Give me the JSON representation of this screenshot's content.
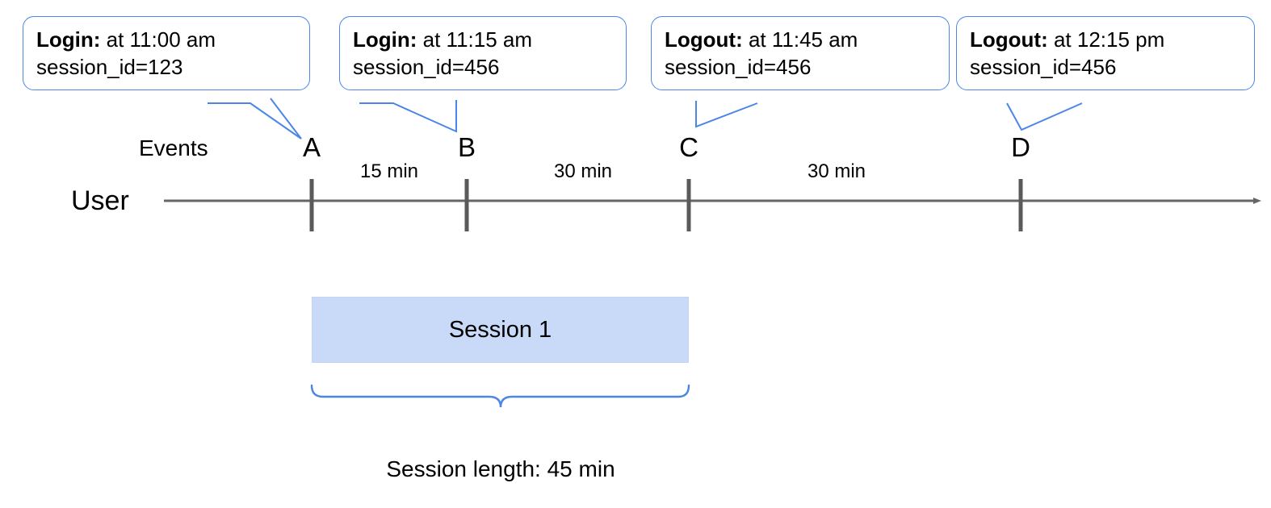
{
  "diagram": {
    "title_caption": "Session length: 45 min",
    "lane_labels": {
      "events": "Events",
      "user": "User"
    },
    "accent_color": "#4a86e8",
    "axis_color": "#666666",
    "session_fill": "#c9daf8",
    "events": [
      {
        "letter": "A",
        "kind": "Login:",
        "time_text": " at 11:00 am",
        "session_line": "session_id=123"
      },
      {
        "letter": "B",
        "kind": "Login:",
        "time_text": " at 11:15 am",
        "session_line": "session_id=456"
      },
      {
        "letter": "C",
        "kind": "Logout:",
        "time_text": " at 11:45 am",
        "session_line": "session_id=456"
      },
      {
        "letter": "D",
        "kind": "Logout:",
        "time_text": " at 12:15 pm",
        "session_line": "session_id=456"
      }
    ],
    "intervals": [
      {
        "label": "15 min",
        "from": "A",
        "to": "B"
      },
      {
        "label": "30 min",
        "from": "B",
        "to": "C"
      },
      {
        "label": "30 min",
        "from": "C",
        "to": "D"
      }
    ],
    "session_bar": {
      "label": "Session 1",
      "from": "A",
      "to": "C"
    }
  },
  "chart_data": {
    "type": "timeline",
    "title": "Session length: 45 min",
    "xlabel": "",
    "ylabel": "",
    "lanes": [
      "Events",
      "User"
    ],
    "categories": [
      "A",
      "B",
      "C",
      "D"
    ],
    "events": [
      {
        "letter": "A",
        "type": "Login",
        "time": "11:00 am",
        "session_id": "123",
        "minutes_from_start": 0
      },
      {
        "letter": "B",
        "type": "Login",
        "time": "11:15 am",
        "session_id": "456",
        "minutes_from_start": 15
      },
      {
        "letter": "C",
        "type": "Logout",
        "time": "11:45 am",
        "session_id": "456",
        "minutes_from_start": 45
      },
      {
        "letter": "D",
        "type": "Logout",
        "time": "12:15 pm",
        "session_id": "456",
        "minutes_from_start": 75
      }
    ],
    "gaps_minutes": [
      15,
      30,
      30
    ],
    "gap_labels": [
      "15 min",
      "30 min",
      "30 min"
    ],
    "spans": [
      {
        "name": "Session 1",
        "start": "A",
        "end": "C",
        "duration_minutes": 45,
        "duration_label": "45 min"
      }
    ],
    "grid": false,
    "legend": "none"
  }
}
